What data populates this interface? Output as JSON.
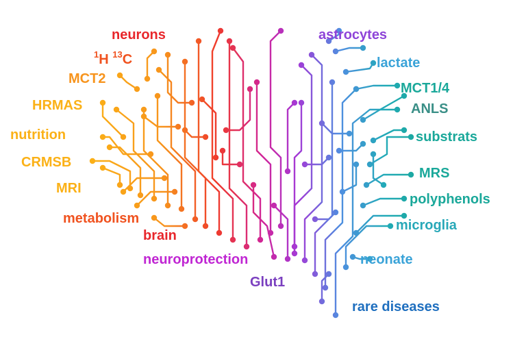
{
  "colors": {
    "red": "#e8262b",
    "orange_red": "#f0521f",
    "orange": "#f7941d",
    "amber": "#fbb117",
    "magenta": "#c026d3",
    "purple": "#7a3fbf",
    "violet": "#8e44d8",
    "sky": "#3aa3d8",
    "teal": "#1aa89a",
    "slate_teal": "#3a8f87",
    "cyan": "#28a8b8",
    "blue": "#1f6fbf"
  },
  "keywords": [
    {
      "id": "neurons",
      "text": "neurons",
      "color": "red"
    },
    {
      "id": "isotopes",
      "sup1": "1",
      "text1": "H ",
      "sup2": "13",
      "text2": "C",
      "color": "orange_red"
    },
    {
      "id": "mct2",
      "text": "MCT2",
      "color": "orange"
    },
    {
      "id": "hrmas",
      "text": "HRMAS",
      "color": "amber"
    },
    {
      "id": "nutrition",
      "text": "nutrition",
      "color": "amber"
    },
    {
      "id": "crmsb",
      "text": "CRMSB",
      "color": "amber"
    },
    {
      "id": "mri",
      "text": "MRI",
      "color": "amber"
    },
    {
      "id": "metabolism",
      "text": "metabolism",
      "color": "orange_red"
    },
    {
      "id": "brain",
      "text": "brain",
      "color": "red"
    },
    {
      "id": "neuroprotection",
      "text": "neuroprotection",
      "color": "magenta"
    },
    {
      "id": "glut1",
      "text": "Glut1",
      "color": "purple"
    },
    {
      "id": "astrocytes",
      "text": "astrocytes",
      "color": "violet"
    },
    {
      "id": "lactate",
      "text": "lactate",
      "color": "sky"
    },
    {
      "id": "mct14",
      "text": "MCT1/4",
      "color": "teal"
    },
    {
      "id": "anls",
      "text": "ANLS",
      "color": "slate_teal"
    },
    {
      "id": "substrats",
      "text": "substrats",
      "color": "teal"
    },
    {
      "id": "mrs",
      "text": "MRS",
      "color": "teal"
    },
    {
      "id": "polyphenols",
      "text": "polyphenols",
      "color": "teal"
    },
    {
      "id": "microglia",
      "text": "microglia",
      "color": "cyan"
    },
    {
      "id": "neonate",
      "text": "neonate",
      "color": "sky"
    },
    {
      "id": "rare_diseases",
      "text": "rare diseases",
      "color": "blue"
    }
  ]
}
